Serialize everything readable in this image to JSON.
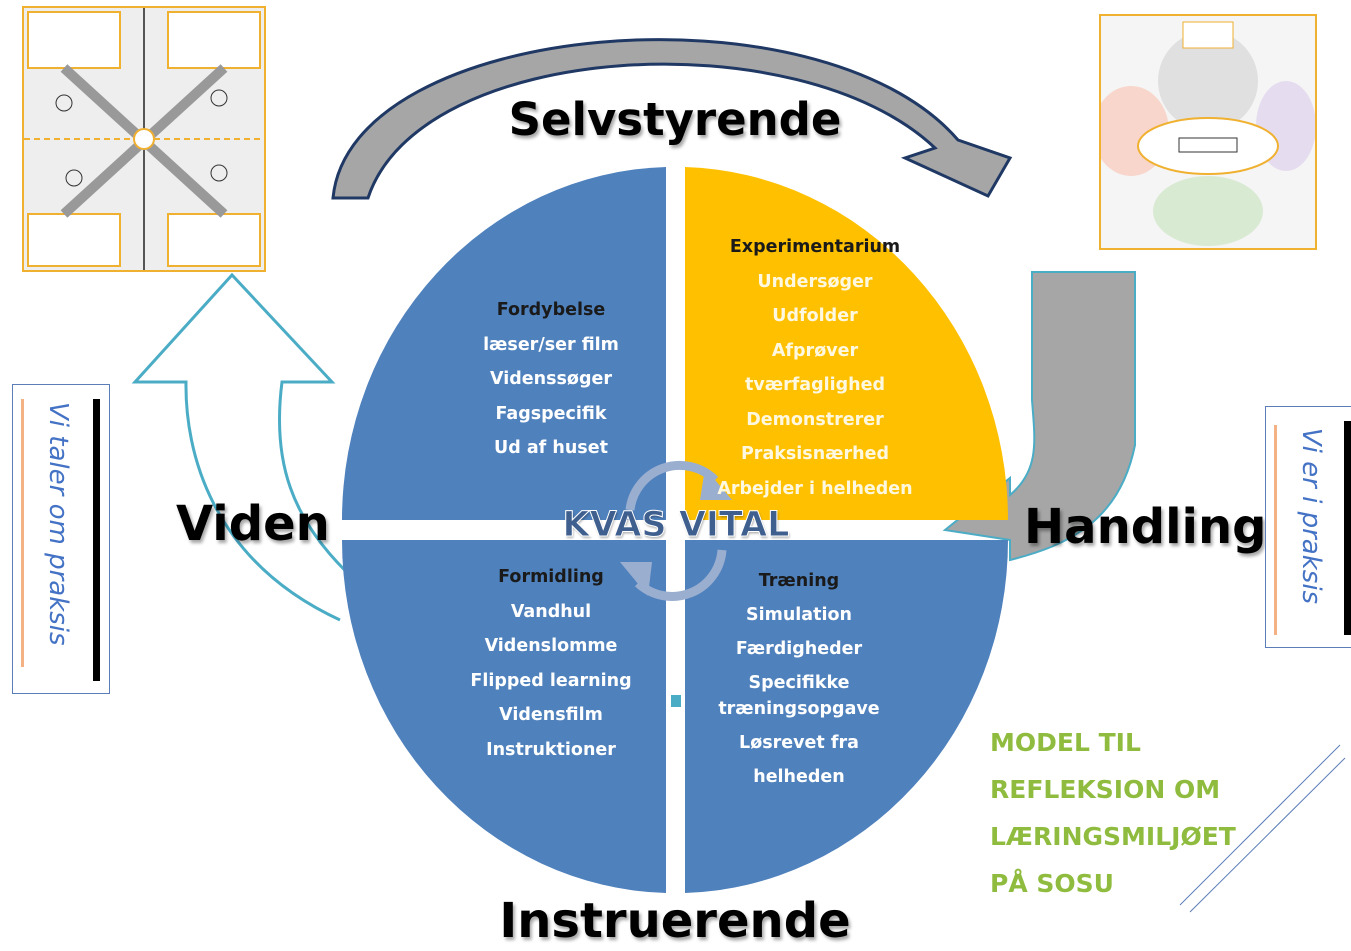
{
  "axes": {
    "top": "Selvstyrende",
    "bottom": "Instruerende",
    "left": "Viden",
    "right": "Handling"
  },
  "center_label": "KVAS VITAL",
  "quadrants": {
    "top_left": {
      "heading": "Fordybelse",
      "items": [
        "læser/ser film",
        "Videnssøger",
        "Fagspecifik",
        "Ud af huset"
      ],
      "color": "#4f81bd"
    },
    "top_right": {
      "heading": "Experimentarium",
      "items": [
        "Undersøger",
        "Udfolder",
        "Afprøver tværfaglighed",
        "Demonstrerer",
        "Praksisnærhed",
        "Arbejder i helheden"
      ],
      "color": "#ffc000"
    },
    "bottom_left": {
      "heading": "Formidling",
      "items": [
        "Vandhul",
        "Videnslomme",
        "Flipped learning",
        "Vidensfilm",
        "Instruktioner"
      ],
      "color": "#4f81bd"
    },
    "bottom_right": {
      "heading": "Træning",
      "items": [
        "Simulation",
        "Færdigheder",
        "Specifikke træningsopgave",
        "Løsrevet fra helheden"
      ],
      "color": "#4f81bd"
    }
  },
  "side_left": "Vi taler om praksis",
  "side_right": "Vi er i praksis",
  "model_text": [
    "MODEL TIL",
    "REFLEKSION OM",
    "LÆRINGSMILJØET",
    "PÅ SOSU"
  ],
  "colors": {
    "blue": "#4f81bd",
    "yellow": "#ffc000",
    "gray_arrow": "#a6a6a6",
    "outline_arrow": "#4bacc6",
    "green_text": "#8fbc3f"
  }
}
